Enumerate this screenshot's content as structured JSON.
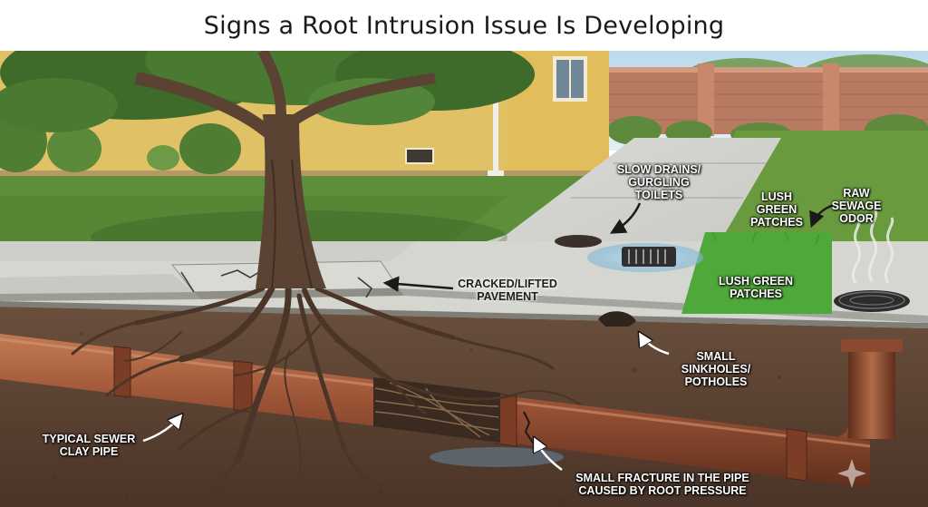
{
  "title": "Signs a Root Intrusion Issue Is Developing",
  "labels": {
    "slow_drains": "Slow Drains/ Gurgling Toilets",
    "lush_patches_top": "Lush Green Patches",
    "raw_sewage": "Raw Sewage Odor",
    "lush_patches_grass": "Lush Green Patches",
    "cracked_pavement": "Cracked/Lifted Pavement",
    "sinkholes": "Small Sinkholes/ Potholes",
    "sewer_pipe": "Typical Sewer Clay Pipe",
    "fracture": "Small Fracture in the Pipe Caused by Root Pressure"
  },
  "colors": {
    "soil": "#5b4334",
    "pipe": "#9a5235",
    "grass": "#5d8f3a",
    "lush_grass": "#4fa83a",
    "pavement": "#d3d3cf",
    "house_wall": "#e8c86a",
    "brick_wall": "#b97a62",
    "sky": "#cfe3ef"
  }
}
